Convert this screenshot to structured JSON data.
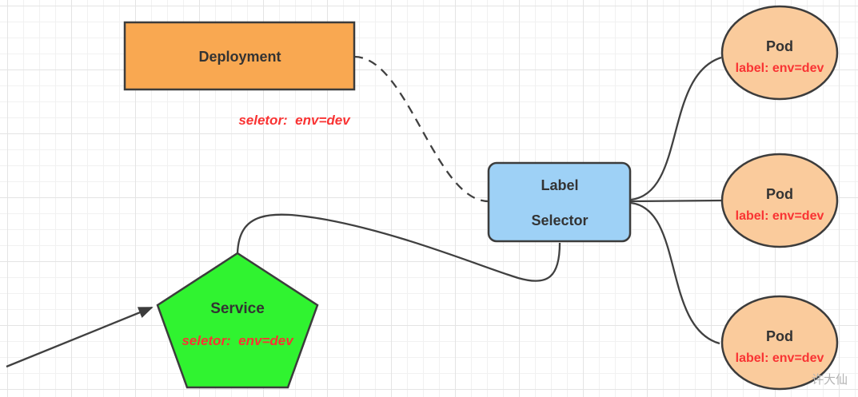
{
  "diagram": {
    "deployment": {
      "label": "Deployment",
      "selector_note": "seletor:  env=dev"
    },
    "label_selector": {
      "line1": "Label",
      "line2": "Selector"
    },
    "service": {
      "label": "Service",
      "selector_note": "seletor:  env=dev"
    },
    "pods": [
      {
        "label": "Pod",
        "sublabel": "label: env=dev"
      },
      {
        "label": "Pod",
        "sublabel": "label: env=dev"
      },
      {
        "label": "Pod",
        "sublabel": "label: env=dev"
      }
    ],
    "watermark": "许大仙",
    "colors": {
      "deployment_fill": "#F9A851",
      "selector_fill": "#9ED1F6",
      "service_fill": "#30F330",
      "pod_fill": "#FACB9C",
      "node_stroke": "#3C3C3C",
      "connector_stroke": "#404040",
      "note_red": "#F93333",
      "text_dark": "#333333",
      "watermark_gray": "#B3B3B3"
    }
  }
}
